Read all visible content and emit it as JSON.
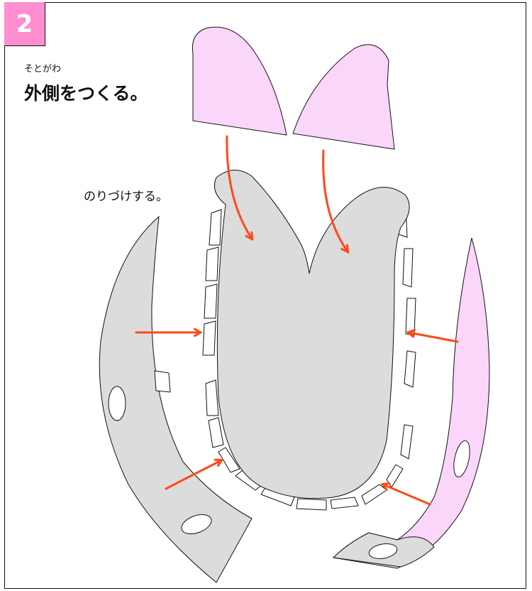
{
  "step": {
    "number": "2",
    "badge_color": "#ff8fd0"
  },
  "heading": {
    "ruby": "そとがわ",
    "title": "外側をつくる。"
  },
  "instruction": {
    "glue": "のりづけする。"
  },
  "colors": {
    "gray_part": "#dcdcdc",
    "pink_part": "#fbd6fb",
    "arrow": "#ff4a17",
    "outline": "#111111"
  },
  "icons": [
    "arrow-down-icon",
    "arrow-right-icon",
    "arrow-left-icon"
  ]
}
